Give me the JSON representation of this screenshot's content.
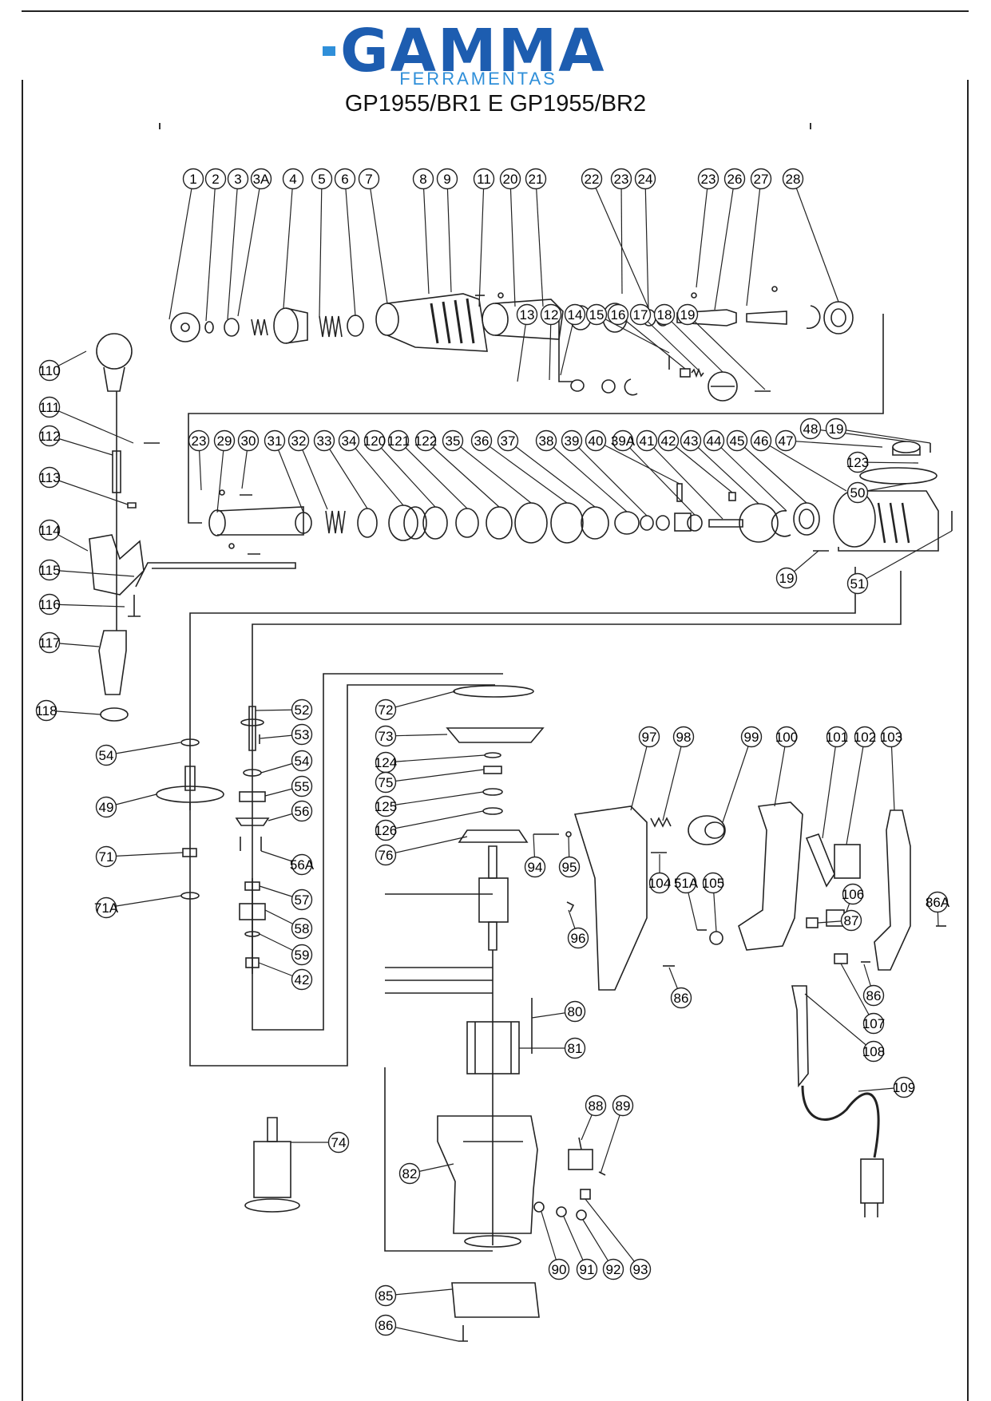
{
  "brand": {
    "name": "GAMMA",
    "subtitle": "FERRAMENTAS",
    "color": "#1d5db0",
    "accent": "#2f8fd9"
  },
  "document": {
    "title": "GP1955/BR1 E GP1955/BR2"
  },
  "parts": [
    {
      "id": "p1",
      "label": "1"
    },
    {
      "id": "p2",
      "label": "2"
    },
    {
      "id": "p3",
      "label": "3"
    },
    {
      "id": "p3a",
      "label": "3A"
    },
    {
      "id": "p4",
      "label": "4"
    },
    {
      "id": "p5",
      "label": "5"
    },
    {
      "id": "p6",
      "label": "6"
    },
    {
      "id": "p7",
      "label": "7"
    },
    {
      "id": "p8",
      "label": "8"
    },
    {
      "id": "p9",
      "label": "9"
    },
    {
      "id": "p11",
      "label": "11"
    },
    {
      "id": "p20",
      "label": "20"
    },
    {
      "id": "p21",
      "label": "21"
    },
    {
      "id": "p22",
      "label": "22"
    },
    {
      "id": "p23a",
      "label": "23"
    },
    {
      "id": "p24",
      "label": "24"
    },
    {
      "id": "p23b",
      "label": "23"
    },
    {
      "id": "p26",
      "label": "26"
    },
    {
      "id": "p27",
      "label": "27"
    },
    {
      "id": "p28",
      "label": "28"
    },
    {
      "id": "p13",
      "label": "13"
    },
    {
      "id": "p12",
      "label": "12"
    },
    {
      "id": "p14",
      "label": "14"
    },
    {
      "id": "p15",
      "label": "15"
    },
    {
      "id": "p16",
      "label": "16"
    },
    {
      "id": "p17",
      "label": "17"
    },
    {
      "id": "p18",
      "label": "18"
    },
    {
      "id": "p19a",
      "label": "19"
    },
    {
      "id": "p110",
      "label": "110"
    },
    {
      "id": "p111",
      "label": "111"
    },
    {
      "id": "p112",
      "label": "112"
    },
    {
      "id": "p113",
      "label": "113"
    },
    {
      "id": "p114",
      "label": "114"
    },
    {
      "id": "p115",
      "label": "115"
    },
    {
      "id": "p116",
      "label": "116"
    },
    {
      "id": "p117",
      "label": "117"
    },
    {
      "id": "p118",
      "label": "118"
    },
    {
      "id": "p23c",
      "label": "23"
    },
    {
      "id": "p29",
      "label": "29"
    },
    {
      "id": "p30",
      "label": "30"
    },
    {
      "id": "p31",
      "label": "31"
    },
    {
      "id": "p32",
      "label": "32"
    },
    {
      "id": "p33",
      "label": "33"
    },
    {
      "id": "p34",
      "label": "34"
    },
    {
      "id": "p120",
      "label": "120"
    },
    {
      "id": "p121",
      "label": "121"
    },
    {
      "id": "p122",
      "label": "122"
    },
    {
      "id": "p35",
      "label": "35"
    },
    {
      "id": "p36",
      "label": "36"
    },
    {
      "id": "p37",
      "label": "37"
    },
    {
      "id": "p38",
      "label": "38"
    },
    {
      "id": "p39",
      "label": "39"
    },
    {
      "id": "p40",
      "label": "40"
    },
    {
      "id": "p39a",
      "label": "39A"
    },
    {
      "id": "p41",
      "label": "41"
    },
    {
      "id": "p42a",
      "label": "42"
    },
    {
      "id": "p43",
      "label": "43"
    },
    {
      "id": "p44",
      "label": "44"
    },
    {
      "id": "p45",
      "label": "45"
    },
    {
      "id": "p46",
      "label": "46"
    },
    {
      "id": "p47",
      "label": "47"
    },
    {
      "id": "p48",
      "label": "48"
    },
    {
      "id": "p19b",
      "label": "19"
    },
    {
      "id": "p123",
      "label": "123"
    },
    {
      "id": "p50",
      "label": "50"
    },
    {
      "id": "p51",
      "label": "51"
    },
    {
      "id": "p19c",
      "label": "19"
    },
    {
      "id": "p54a",
      "label": "54"
    },
    {
      "id": "p49",
      "label": "49"
    },
    {
      "id": "p71",
      "label": "71"
    },
    {
      "id": "p71a",
      "label": "71A"
    },
    {
      "id": "p52",
      "label": "52"
    },
    {
      "id": "p53",
      "label": "53"
    },
    {
      "id": "p54b",
      "label": "54"
    },
    {
      "id": "p55",
      "label": "55"
    },
    {
      "id": "p56",
      "label": "56"
    },
    {
      "id": "p56a",
      "label": "56A"
    },
    {
      "id": "p57",
      "label": "57"
    },
    {
      "id": "p58",
      "label": "58"
    },
    {
      "id": "p59",
      "label": "59"
    },
    {
      "id": "p42b",
      "label": "42"
    },
    {
      "id": "p72",
      "label": "72"
    },
    {
      "id": "p73",
      "label": "73"
    },
    {
      "id": "p124",
      "label": "124"
    },
    {
      "id": "p75",
      "label": "75"
    },
    {
      "id": "p125",
      "label": "125"
    },
    {
      "id": "p126",
      "label": "126"
    },
    {
      "id": "p76",
      "label": "76"
    },
    {
      "id": "p80",
      "label": "80"
    },
    {
      "id": "p81",
      "label": "81"
    },
    {
      "id": "p74",
      "label": "74"
    },
    {
      "id": "p82",
      "label": "82"
    },
    {
      "id": "p85",
      "label": "85"
    },
    {
      "id": "p86a",
      "label": "86"
    },
    {
      "id": "p88",
      "label": "88"
    },
    {
      "id": "p89",
      "label": "89"
    },
    {
      "id": "p90",
      "label": "90"
    },
    {
      "id": "p91",
      "label": "91"
    },
    {
      "id": "p92",
      "label": "92"
    },
    {
      "id": "p93",
      "label": "93"
    },
    {
      "id": "p94",
      "label": "94"
    },
    {
      "id": "p95",
      "label": "95"
    },
    {
      "id": "p96",
      "label": "96"
    },
    {
      "id": "p97",
      "label": "97"
    },
    {
      "id": "p98",
      "label": "98"
    },
    {
      "id": "p104",
      "label": "104"
    },
    {
      "id": "p51a",
      "label": "51A"
    },
    {
      "id": "p105",
      "label": "105"
    },
    {
      "id": "p86b",
      "label": "86"
    },
    {
      "id": "p99",
      "label": "99"
    },
    {
      "id": "p100",
      "label": "100"
    },
    {
      "id": "p101",
      "label": "101"
    },
    {
      "id": "p102",
      "label": "102"
    },
    {
      "id": "p103",
      "label": "103"
    },
    {
      "id": "p106",
      "label": "106"
    },
    {
      "id": "p87",
      "label": "87"
    },
    {
      "id": "p86c",
      "label": "86"
    },
    {
      "id": "p107",
      "label": "107"
    },
    {
      "id": "p86d",
      "label": "86A"
    },
    {
      "id": "p108",
      "label": "108"
    },
    {
      "id": "p109",
      "label": "109"
    }
  ]
}
